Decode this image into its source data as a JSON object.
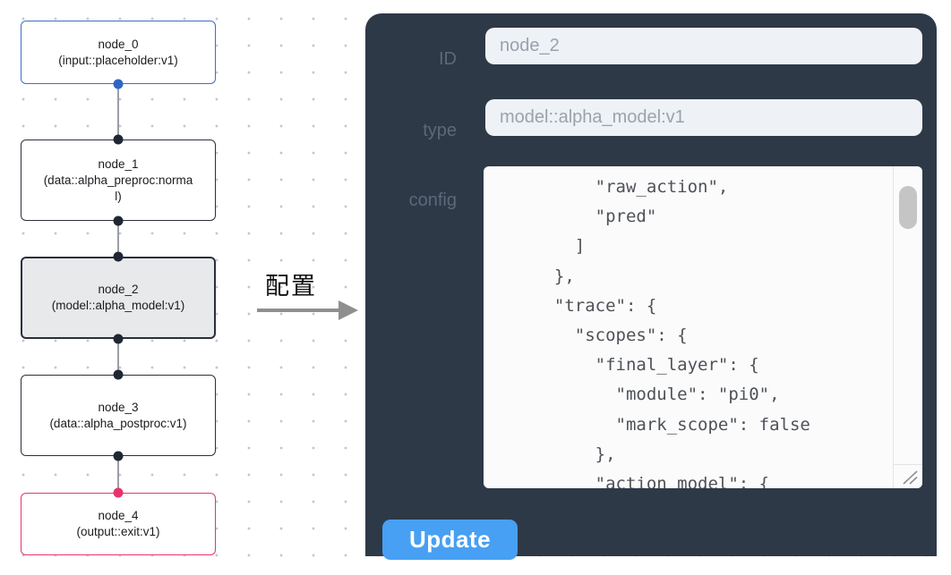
{
  "graph": {
    "nodes": [
      {
        "id": "node_0",
        "type_label": "(input::placeholder:v1)",
        "border_color": "#3e6ec5",
        "port_color": "#2f66c4",
        "selected": false
      },
      {
        "id": "node_1",
        "type_label": "(data::alpha_preproc:normal)",
        "border_color": "#2a303c",
        "port_color": "#1f2733",
        "selected": false
      },
      {
        "id": "node_2",
        "type_label": "(model::alpha_model:v1)",
        "border_color": "#2a303c",
        "port_color": "#1f2733",
        "selected": true
      },
      {
        "id": "node_3",
        "type_label": "(data::alpha_postproc:v1)",
        "border_color": "#2a303c",
        "port_color": "#1f2733",
        "selected": false
      },
      {
        "id": "node_4",
        "type_label": "(output::exit:v1)",
        "border_color": "#e8336f",
        "port_color": "#e8326e",
        "selected": false
      }
    ]
  },
  "annotation": {
    "label": "配置",
    "arrow_color": "#8f8f8f"
  },
  "panel": {
    "background_color": "#2e3947",
    "id_label": "ID",
    "id_value": "node_2",
    "type_label": "type",
    "type_value": "model::alpha_model:v1",
    "config_label": "config",
    "config_text": "      \"raw_action\",\n      \"pred\"\n    ]\n  },\n  \"trace\": {\n    \"scopes\": {\n      \"final_layer\": {\n        \"module\": \"pi0\",\n        \"mark_scope\": false\n      },\n      \"action_model\": {",
    "update_label": "Update",
    "accent_color": "#47a0f3"
  }
}
